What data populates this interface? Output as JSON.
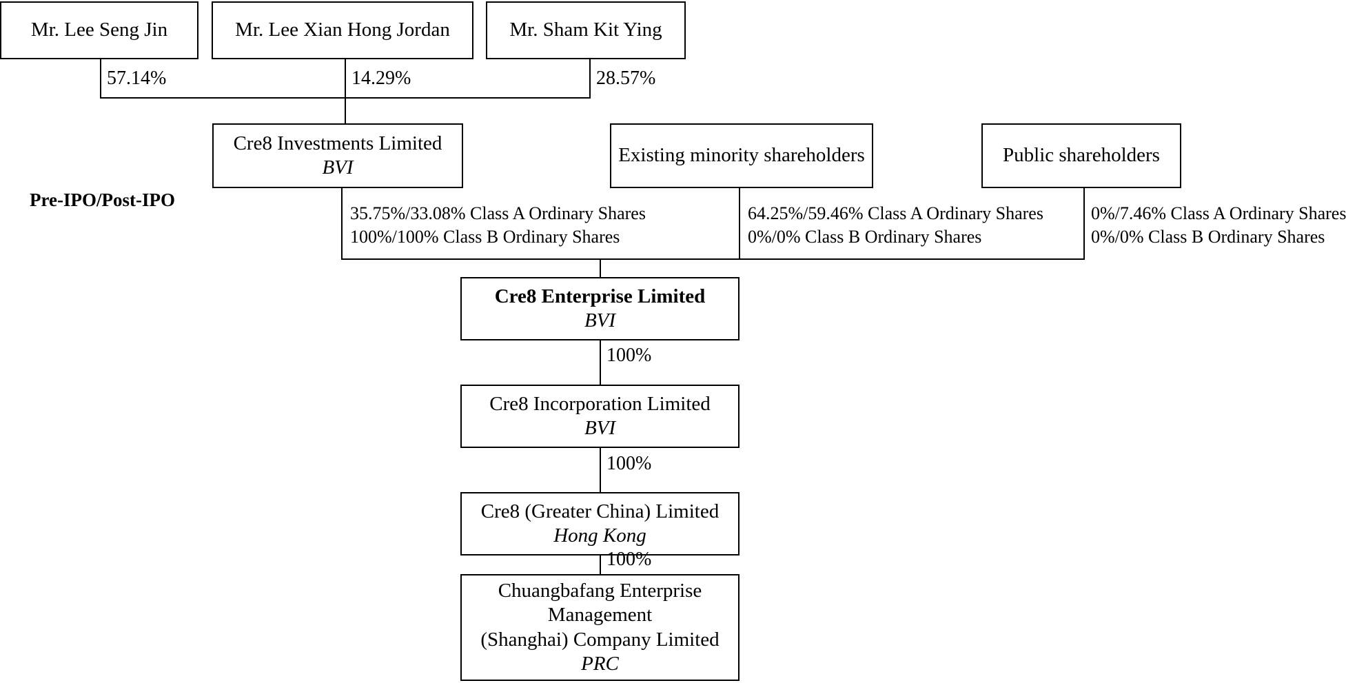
{
  "diagram": {
    "type": "shareholding-structure-chart",
    "section_label": "Pre-IPO/Post-IPO",
    "shareholders": [
      {
        "name": "Mr. Lee Seng Jin",
        "stake": "57.14%"
      },
      {
        "name": "Mr. Lee Xian Hong Jordan",
        "stake": "14.29%"
      },
      {
        "name": "Mr. Sham Kit Ying",
        "stake": "28.57%"
      }
    ],
    "holding_entities": [
      {
        "name": "Cre8 Investments Limited",
        "jurisdiction": "BVI"
      },
      {
        "name": "Existing minority shareholders",
        "jurisdiction": ""
      },
      {
        "name": "Public shareholders",
        "jurisdiction": ""
      }
    ],
    "share_classes": [
      {
        "class_a": "35.75%/33.08%  Class A Ordinary Shares",
        "class_b": "100%/100% Class B Ordinary Shares"
      },
      {
        "class_a": "64.25%/59.46% Class A Ordinary Shares",
        "class_b": "0%/0% Class B Ordinary Shares"
      },
      {
        "class_a": "0%/7.46% Class A Ordinary Shares",
        "class_b": "0%/0% Class B Ordinary Shares"
      }
    ],
    "chain": [
      {
        "name": "Cre8 Enterprise Limited",
        "jurisdiction": "BVI",
        "bold": true,
        "ownership_below": "100%"
      },
      {
        "name": "Cre8 Incorporation Limited",
        "jurisdiction": "BVI",
        "bold": false,
        "ownership_below": "100%"
      },
      {
        "name": "Cre8 (Greater China) Limited",
        "jurisdiction": "Hong Kong",
        "bold": false,
        "ownership_below": "100%"
      },
      {
        "name_line1": "Chuangbafang Enterprise",
        "name_line2": "Management",
        "name_line3": "(Shanghai) Company Limited",
        "jurisdiction": "PRC",
        "bold": false,
        "ownership_below": ""
      }
    ],
    "colors": {
      "border": "#000000",
      "background": "#ffffff",
      "text": "#000000"
    }
  }
}
